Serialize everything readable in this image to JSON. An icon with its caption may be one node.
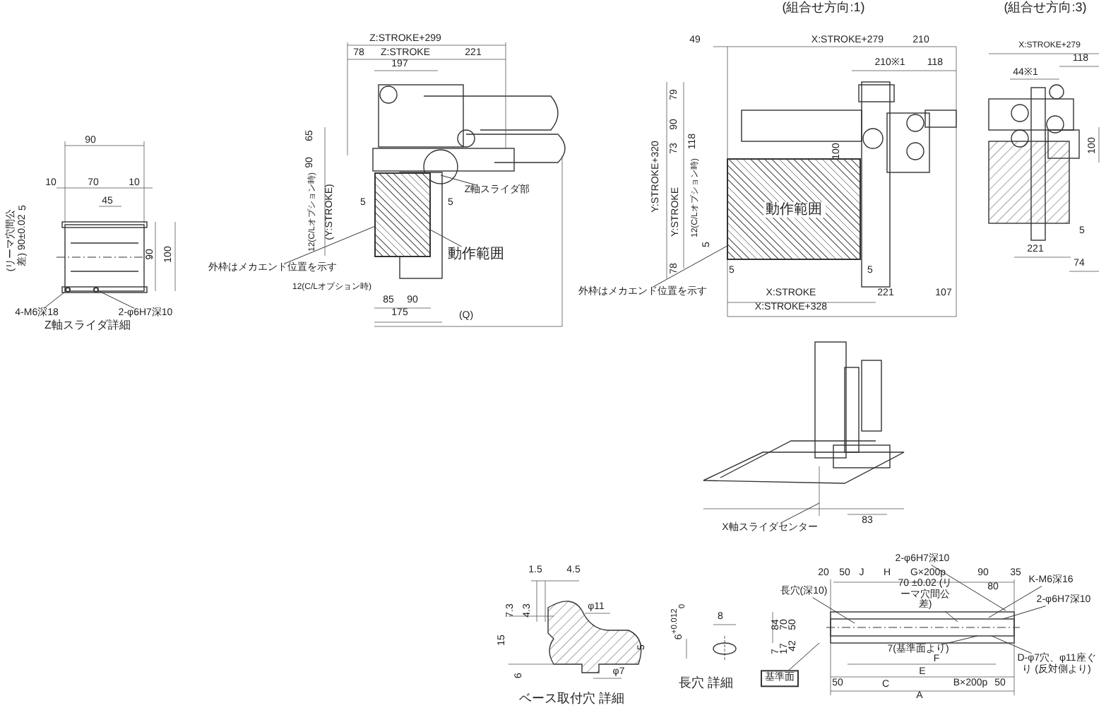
{
  "diagram": {
    "nodes": [
      {
        "text": [
          "4-M6深18"
        ]
      },
      {
        "text": [
          "2-φ6H7深10"
        ]
      },
      {
        "text": [
          "Z軸スライダ部"
        ]
      },
      {
        "text": [
          "動作範囲"
        ]
      },
      {
        "text": [
          "外枠はメカエンド位置を示す"
        ]
      },
      {
        "text": [
          "外枠はメカエンド位置を示す"
        ]
      },
      {
        "text": [
          "X軸スライダセンター"
        ]
      },
      {
        "text": [
          "長穴(深10)"
        ]
      },
      {
        "text": [
          "2-φ6H7深10"
        ]
      },
      {
        "text": [
          "70 ±0.02 (リーマ穴間公差)"
        ]
      },
      {
        "text": [
          "K-M6深16"
        ]
      },
      {
        "text": [
          "2-φ6H7深10"
        ]
      },
      {
        "text": [
          "7(基準面より)"
        ]
      },
      {
        "text": [
          "D-φ7穴、φ11座ぐり (反対側より)"
        ]
      },
      {
        "text": [
          "基準面"
        ]
      },
      {
        "text": [],
        "shape": "circle"
      },
      {
        "text": [],
        "shape": "circle"
      },
      {
        "text": [],
        "shape": "box"
      },
      {
        "text": [
          "動作範囲"
        ]
      }
    ],
    "edges": [
      {
        "from": 0,
        "to": 15,
        "arrow": "none"
      },
      {
        "from": 1,
        "to": 16,
        "arrow": "none"
      },
      {
        "from": 2,
        "to": null,
        "arrow": "none"
      },
      {
        "from": 3,
        "to": 17,
        "arrow": "none"
      },
      {
        "from": 4,
        "to": 17,
        "arrow": "none"
      },
      {
        "from": 5,
        "to": 18,
        "arrow": "none"
      },
      {
        "from": 6,
        "to": null,
        "arrow": "none"
      },
      {
        "from": 7,
        "to": null,
        "arrow": "none"
      },
      {
        "from": 8,
        "to": null,
        "arrow": "none"
      },
      {
        "from": 9,
        "to": null,
        "arrow": "none"
      },
      {
        "from": 10,
        "to": null,
        "arrow": "none"
      },
      {
        "from": 11,
        "to": null,
        "arrow": "none"
      },
      {
        "from": 12,
        "to": null,
        "arrow": "none"
      },
      {
        "from": 13,
        "to": null,
        "arrow": "none"
      },
      {
        "from": 14,
        "to": null,
        "arrow": "none"
      }
    ],
    "labels": [
      "90",
      "10",
      "70",
      "10",
      "45",
      "5",
      "(リーマ穴間公差) 90±0.02",
      "90",
      "100",
      "Z軸スライダ詳細",
      "Z:STROKE+299",
      "78",
      "Z:STROKE",
      "221",
      "197",
      "65",
      "90",
      "12(C/Lオプション時)",
      "(Y:STROKE)",
      "5",
      "5",
      "12(C/Lオプション時)",
      "85",
      "90",
      "175",
      "(Q)",
      "(組合せ方向:1)",
      "49",
      "X:STROKE+279",
      "210",
      "210※1",
      "118",
      "79",
      "90",
      "73",
      "118",
      "100",
      "Y:STROKE+320",
      "Y:STROKE",
      "12(C/Lオプション時)",
      "5",
      "78",
      "5",
      "5",
      "X:STROKE",
      "221",
      "107",
      "X:STROKE+328",
      "(組合せ方向:3)",
      "X:STROKE+279",
      "118",
      "44※1",
      "100",
      "5",
      "221",
      "74",
      "83",
      "1.5",
      "4.5",
      "7.3",
      "4.3",
      "φ11",
      "15",
      "5",
      "6",
      "φ7",
      "ベース取付穴 詳細",
      "6$^{+0.012}$$_{0}$",
      "8",
      "長穴 詳細",
      "20",
      "50",
      "J",
      "H",
      "G×200p",
      "90",
      "35",
      "80",
      "84",
      "70",
      "50",
      "7",
      "17",
      "42",
      "F",
      "E",
      "50",
      "C",
      "B×200p",
      "50",
      "A"
    ]
  }
}
